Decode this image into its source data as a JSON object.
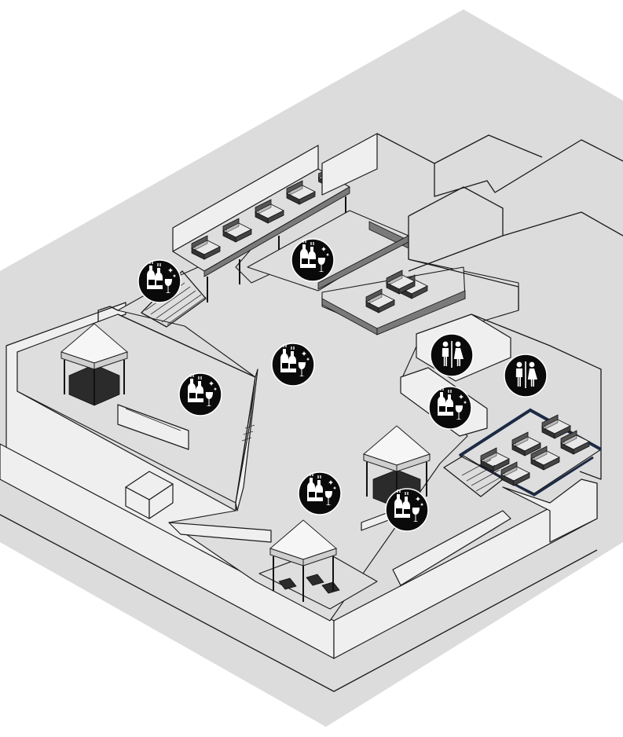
{
  "colors": {
    "ground": "#dcdcdc",
    "floor": "#dedede",
    "wall": "#efefef",
    "line": "#1a1a1a",
    "marker": "#0a0a0a",
    "marker_glyph": "#ffffff",
    "vip_edge": "#1c2a44"
  },
  "markers": [
    {
      "id": "bar-1",
      "icon": "bottles-and-glass-icon"
    },
    {
      "id": "bar-2",
      "icon": "bottles-and-glass-icon"
    },
    {
      "id": "bar-3",
      "icon": "bottles-and-glass-icon"
    },
    {
      "id": "bar-4",
      "icon": "bottles-and-glass-icon"
    },
    {
      "id": "bar-5",
      "icon": "bottles-and-glass-icon"
    },
    {
      "id": "bar-6",
      "icon": "bottles-and-glass-icon"
    },
    {
      "id": "bar-7",
      "icon": "bottles-and-glass-icon"
    },
    {
      "id": "restroom-1",
      "icon": "restroom-icon"
    },
    {
      "id": "restroom-2",
      "icon": "restroom-icon"
    }
  ],
  "structures": {
    "tents": 3,
    "lounge_sofas_upper_deck": 6,
    "lounge_sofas_lower_booth": 3,
    "lounge_sofas_vip_area": 6
  }
}
